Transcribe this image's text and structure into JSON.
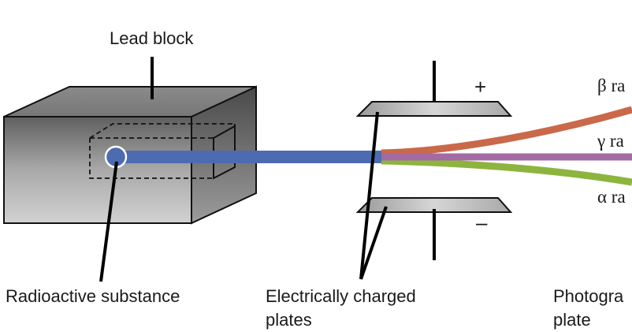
{
  "labels": {
    "lead_block": "Lead block",
    "radioactive_substance": "Radioactive substance",
    "charged_plates_line1": "Electrically charged",
    "charged_plates_line2": "plates",
    "photo_plate_line1": "Photogra",
    "photo_plate_line2": "plate",
    "plus_sign": "+",
    "minus_sign": "–"
  },
  "rays": [
    {
      "name": "β ra",
      "color": "#c9694a"
    },
    {
      "name": "γ ra",
      "color": "#a46aa3"
    },
    {
      "name": "α ra",
      "color": "#8db43e"
    }
  ],
  "colors": {
    "beam": "#4d6bb0",
    "block_dark": "#6e6e6e",
    "block_mid": "#9a9a9a",
    "plate": "#b3b3b3"
  }
}
